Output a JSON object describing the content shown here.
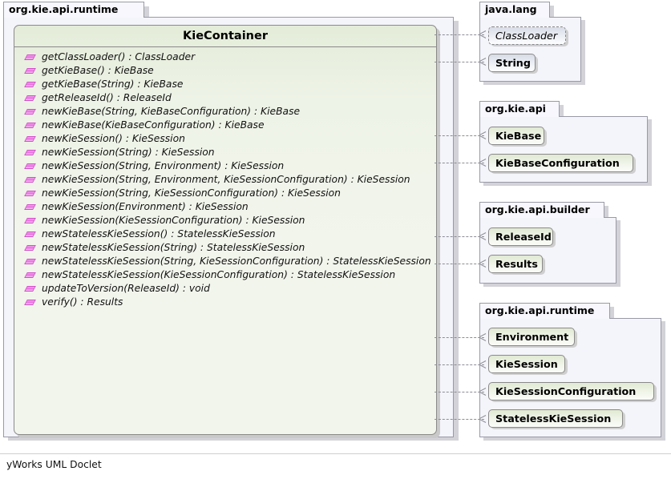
{
  "diagram": {
    "tool_credit": "yWorks UML Doclet",
    "colors": {
      "class_fill_green": "#f2f5ec",
      "class_fill_blue": "#e9ecf2",
      "package_fill": "#f4f4fb",
      "border": "#8a8a8a",
      "method_icon": "#e86fe0",
      "edge": "#8d8d95"
    }
  },
  "main_package": {
    "name": "org.kie.api.runtime",
    "class": {
      "name": "KieContainer",
      "methods": [
        {
          "icon": "method-icon",
          "signature": "getClassLoader() : ClassLoader"
        },
        {
          "icon": "method-icon",
          "signature": "getKieBase() : KieBase"
        },
        {
          "icon": "method-icon",
          "signature": "getKieBase(String) : KieBase"
        },
        {
          "icon": "method-icon",
          "signature": "getReleaseId() : ReleaseId"
        },
        {
          "icon": "method-icon",
          "signature": "newKieBase(String, KieBaseConfiguration) : KieBase"
        },
        {
          "icon": "method-icon",
          "signature": "newKieBase(KieBaseConfiguration) : KieBase"
        },
        {
          "icon": "method-icon",
          "signature": "newKieSession() : KieSession"
        },
        {
          "icon": "method-icon",
          "signature": "newKieSession(String) : KieSession"
        },
        {
          "icon": "method-icon",
          "signature": "newKieSession(String, Environment) : KieSession"
        },
        {
          "icon": "method-icon",
          "signature": "newKieSession(String, Environment, KieSessionConfiguration) : KieSession"
        },
        {
          "icon": "method-icon",
          "signature": "newKieSession(String, KieSessionConfiguration) : KieSession"
        },
        {
          "icon": "method-icon",
          "signature": "newKieSession(Environment) : KieSession"
        },
        {
          "icon": "method-icon",
          "signature": "newKieSession(KieSessionConfiguration) : KieSession"
        },
        {
          "icon": "method-icon",
          "signature": "newStatelessKieSession() : StatelessKieSession"
        },
        {
          "icon": "method-icon",
          "signature": "newStatelessKieSession(String) : StatelessKieSession"
        },
        {
          "icon": "method-icon",
          "signature": "newStatelessKieSession(String, KieSessionConfiguration) : StatelessKieSession"
        },
        {
          "icon": "method-icon",
          "signature": "newStatelessKieSession(KieSessionConfiguration) : StatelessKieSession"
        },
        {
          "icon": "method-icon",
          "signature": "updateToVersion(ReleaseId) : void"
        },
        {
          "icon": "method-icon",
          "signature": "verify() : Results"
        }
      ]
    }
  },
  "packages": [
    {
      "name": "java.lang",
      "classes": [
        {
          "name": "ClassLoader",
          "abstract": true,
          "style": "blue"
        },
        {
          "name": "String",
          "abstract": false,
          "style": "blue"
        }
      ]
    },
    {
      "name": "org.kie.api",
      "classes": [
        {
          "name": "KieBase",
          "abstract": false,
          "style": "green"
        },
        {
          "name": "KieBaseConfiguration",
          "abstract": false,
          "style": "green"
        }
      ]
    },
    {
      "name": "org.kie.api.builder",
      "classes": [
        {
          "name": "ReleaseId",
          "abstract": false,
          "style": "green"
        },
        {
          "name": "Results",
          "abstract": false,
          "style": "green"
        }
      ]
    },
    {
      "name": "org.kie.api.runtime",
      "classes": [
        {
          "name": "Environment",
          "abstract": false,
          "style": "green"
        },
        {
          "name": "KieSession",
          "abstract": false,
          "style": "green"
        },
        {
          "name": "KieSessionConfiguration",
          "abstract": false,
          "style": "green"
        },
        {
          "name": "StatelessKieSession",
          "abstract": false,
          "style": "green"
        }
      ]
    }
  ],
  "dependencies": [
    {
      "from": "KieContainer",
      "to": "ClassLoader"
    },
    {
      "from": "KieContainer",
      "to": "String"
    },
    {
      "from": "KieContainer",
      "to": "KieBase"
    },
    {
      "from": "KieContainer",
      "to": "KieBaseConfiguration"
    },
    {
      "from": "KieContainer",
      "to": "ReleaseId"
    },
    {
      "from": "KieContainer",
      "to": "Results"
    },
    {
      "from": "KieContainer",
      "to": "Environment"
    },
    {
      "from": "KieContainer",
      "to": "KieSession"
    },
    {
      "from": "KieContainer",
      "to": "KieSessionConfiguration"
    },
    {
      "from": "KieContainer",
      "to": "StatelessKieSession"
    }
  ]
}
